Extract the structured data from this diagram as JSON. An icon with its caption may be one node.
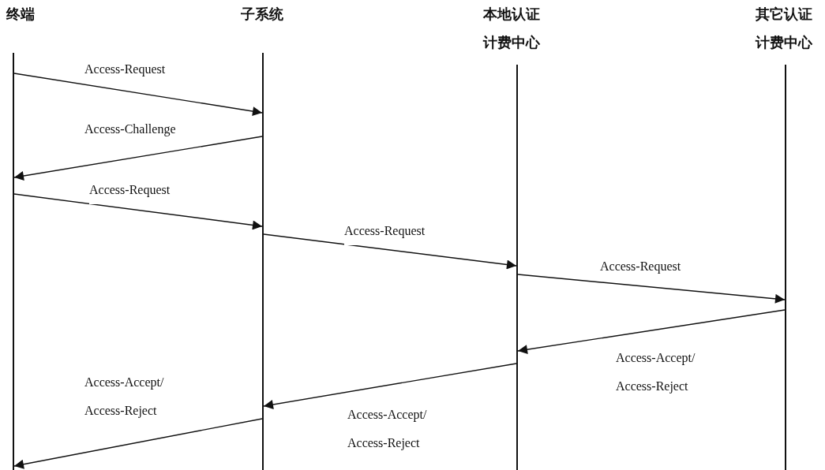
{
  "diagram": {
    "nodes": [
      {
        "text": [
          "终端"
        ]
      },
      {
        "text": [
          "子系统"
        ]
      },
      {
        "text": [
          "本地认证计费中心"
        ]
      },
      {
        "text": [
          "其它认证计费中心"
        ]
      },
      {
        "text": [],
        "shape": "line"
      },
      {
        "text": [],
        "shape": "line"
      },
      {
        "text": [],
        "shape": "line"
      },
      {
        "text": [],
        "shape": "line"
      }
    ],
    "edges": [
      {
        "from": 4,
        "to": 5,
        "arrow": "to",
        "label": "Access-Request"
      },
      {
        "from": 5,
        "to": 4,
        "arrow": "to",
        "label": "Access-Challenge"
      },
      {
        "from": 4,
        "to": 5,
        "arrow": "to",
        "label": "Access-Request"
      },
      {
        "from": 5,
        "to": 6,
        "arrow": "to",
        "label": "Access-Request"
      },
      {
        "from": 6,
        "to": 7,
        "arrow": "to",
        "label": "Access-Request"
      },
      {
        "from": 7,
        "to": 6,
        "arrow": "to",
        "label": "Access-Accept/ Access-Reject"
      },
      {
        "from": 6,
        "to": 5,
        "arrow": "to",
        "label": "Access-Accept/ Access-Reject"
      },
      {
        "from": 5,
        "to": 4,
        "arrow": "to",
        "label": "Access-Accept/ Access-Reject"
      }
    ]
  }
}
